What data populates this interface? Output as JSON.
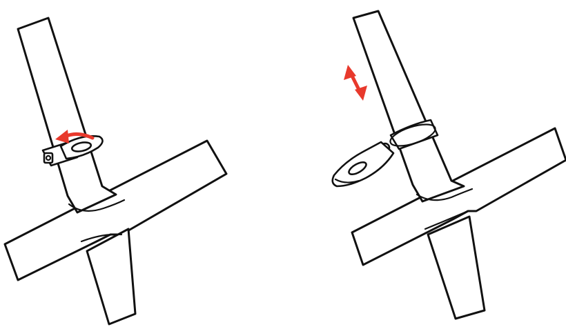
{
  "diagram": {
    "panels": [
      {
        "step": "release-lever",
        "arrow": "rotate-open",
        "clamp_state": "closed"
      },
      {
        "step": "adjust-height",
        "arrow": "up-down",
        "clamp_state": "open"
      }
    ],
    "colors": {
      "accent": "#e8392c",
      "line": "#111111",
      "background": "#ffffff"
    },
    "icons": [
      "curved-arrow-icon",
      "double-headed-arrow-icon"
    ]
  }
}
